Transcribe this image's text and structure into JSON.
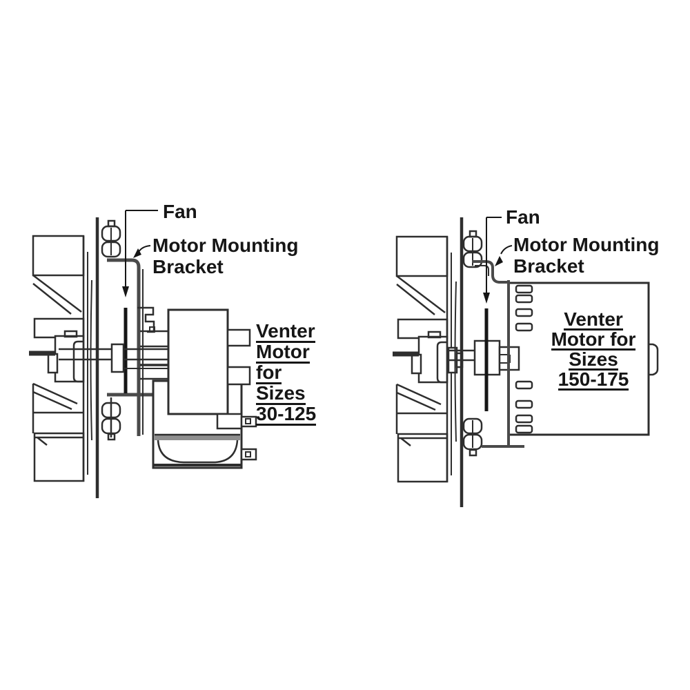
{
  "figures": [
    {
      "fan_label": "Fan",
      "bracket_label": [
        "Motor Mounting",
        "Bracket"
      ],
      "motor_label": [
        "Venter",
        "Motor",
        "for",
        "Sizes",
        "30-125"
      ]
    },
    {
      "fan_label": "Fan",
      "bracket_label": [
        "Motor Mounting",
        "Bracket"
      ],
      "motor_label": [
        "Venter",
        "Motor for",
        "Sizes",
        "150-175"
      ]
    }
  ],
  "colors": {
    "background": "#ffffff",
    "line": "#2e2e2e",
    "bracket_metal": "#4a4a4a",
    "housing_band": "#8f8f8f",
    "text": "#161616"
  }
}
